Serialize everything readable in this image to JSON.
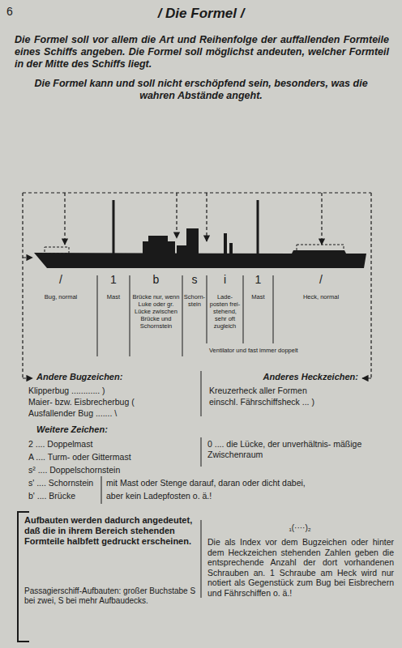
{
  "diagram": {
    "title": "/ Die Formel /",
    "labels": [
      "6",
      "Die Formel soll vor allem die Art und Reihenfolge der auffallenden Formteile eines Schiffs angeben. Die Formel soll möglichst andeuten, welcher Formteil in der Mitte des Schiffs liegt.",
      "Die Formel kann und soll nicht erschöpfend sein, besonders, was die wahren Abstände angeht.",
      "/",
      "1",
      "b",
      "s",
      "i",
      "1",
      "/",
      "Bug, normal",
      "Mast",
      "Brücke nur, wenn Luke oder gr. Lücke zwischen Brücke und Schornstein",
      "Schorn- stein",
      "Lade- posten frei- stehend, sehr oft zugleich",
      "Mast",
      "Heck, normal",
      "Ventilator und fast immer doppelt",
      "Andere Bugzeichen:",
      "Klipperbug ............ )",
      "Maier- bzw. Eisbrecherbug (",
      "Ausfallender Bug ....... \\",
      "Anderes Heckzeichen:",
      "Kreuzerheck aller Formen",
      "einschl. Fährschiffsheck ... )",
      "Weitere Zeichen:",
      "2 .... Doppelmast",
      "A .... Turm- oder Gittermast",
      "s² .... Doppelschornstein",
      "s' .... Schornstein",
      "b' .... Brücke",
      "mit Mast oder Stenge darauf, daran oder dicht dabei,",
      "aber kein Ladepfosten o. ä.!",
      "0 .... die Lücke, der unverhältnis- mäßige Zwischenraum",
      "Aufbauten werden dadurch angedeutet, daß die in ihrem Bereich stehenden Formteile halbfett gedruckt erscheinen.",
      "Passagierschiff-Aufbauten: großer Buchstabe S bei zwei, S bei mehr Aufbaudecks.",
      "₁(····)₂",
      "Die als Index vor dem Bugzeichen oder hinter dem Heckzeichen stehenden Zahlen geben die entsprechende Anzahl der dort vorhandenen Schrauben an. 1 Schraube am Heck wird nur notiert als Gegenstück zum Bug bei Eisbrechern und Fährschiffen o. ä.!"
    ]
  }
}
